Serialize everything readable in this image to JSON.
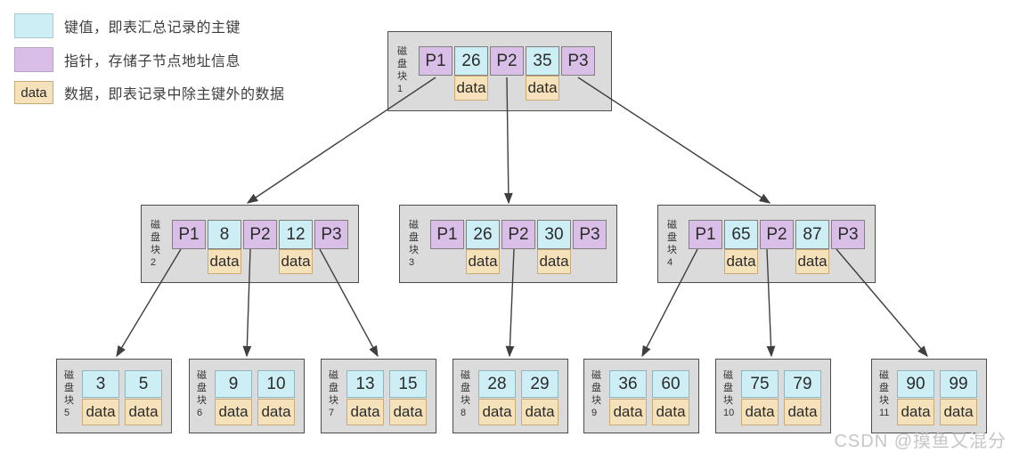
{
  "legend": {
    "items": [
      {
        "text": "键值，即表汇总记录的主键"
      },
      {
        "text": "指针，存储子节点地址信息"
      },
      {
        "swatch_label": "data",
        "text": "数据，即表记录中除主键外的数据"
      }
    ]
  },
  "colors": {
    "key": "#cdeef5",
    "pointer": "#d9bfe8",
    "data": "#f6e2ba",
    "block_bg": "#dbdbdb",
    "block_border": "#4d4d4d",
    "arrow": "#3f3f3f"
  },
  "blocks": {
    "internal": [
      {
        "name": "磁盘块",
        "number": "1",
        "cells": [
          "P1",
          "26",
          "P2",
          "35",
          "P3"
        ],
        "data_labels": [
          "data",
          "data"
        ]
      },
      {
        "name": "磁盘块",
        "number": "2",
        "cells": [
          "P1",
          "8",
          "P2",
          "12",
          "P3"
        ],
        "data_labels": [
          "data",
          "data"
        ]
      },
      {
        "name": "磁盘块",
        "number": "3",
        "cells": [
          "P1",
          "26",
          "P2",
          "30",
          "P3"
        ],
        "data_labels": [
          "data",
          "data"
        ]
      },
      {
        "name": "磁盘块",
        "number": "4",
        "cells": [
          "P1",
          "65",
          "P2",
          "87",
          "P3"
        ],
        "data_labels": [
          "data",
          "data"
        ]
      }
    ],
    "leaf": [
      {
        "name": "磁盘块",
        "number": "5",
        "keys": [
          "3",
          "5"
        ],
        "data_labels": [
          "data",
          "data"
        ]
      },
      {
        "name": "磁盘块",
        "number": "6",
        "keys": [
          "9",
          "10"
        ],
        "data_labels": [
          "data",
          "data"
        ]
      },
      {
        "name": "磁盘块",
        "number": "7",
        "keys": [
          "13",
          "15"
        ],
        "data_labels": [
          "data",
          "data"
        ]
      },
      {
        "name": "磁盘块",
        "number": "8",
        "keys": [
          "28",
          "29"
        ],
        "data_labels": [
          "data",
          "data"
        ]
      },
      {
        "name": "磁盘块",
        "number": "9",
        "keys": [
          "36",
          "60"
        ],
        "data_labels": [
          "data",
          "data"
        ]
      },
      {
        "name": "磁盘块",
        "number": "10",
        "keys": [
          "75",
          "79"
        ],
        "data_labels": [
          "data",
          "data"
        ]
      },
      {
        "name": "磁盘块",
        "number": "11",
        "keys": [
          "90",
          "99"
        ],
        "data_labels": [
          "data",
          "data"
        ]
      }
    ]
  },
  "watermark": "CSDN @摸鱼又混分"
}
